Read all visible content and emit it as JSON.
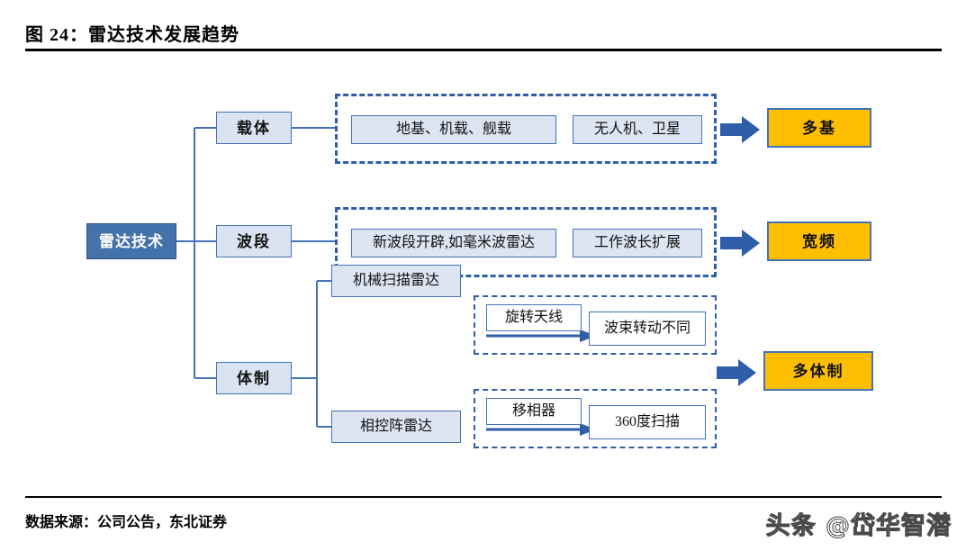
{
  "header": {
    "title": "图 24：雷达技术发展趋势"
  },
  "footer": {
    "source": "数据来源：公司公告，东北证券",
    "watermark": "头条 @岱华智潜"
  },
  "diagram": {
    "type": "tree",
    "root": {
      "label": "雷达技术"
    },
    "branches": [
      {
        "label": "载体"
      },
      {
        "label": "波段"
      },
      {
        "label": "体制"
      }
    ],
    "carrier_items": [
      {
        "label": "地基、机载、舰载"
      },
      {
        "label": "无人机、卫星"
      }
    ],
    "band_items": [
      {
        "label": "新波段开辟,如毫米波雷达"
      },
      {
        "label": "工作波长扩展"
      }
    ],
    "system_nodes": [
      {
        "label": "机械扫描雷达"
      },
      {
        "label": "相控阵雷达"
      }
    ],
    "mechanical_flow": {
      "arrow_label": "旋转天线",
      "result": "波束转动不同"
    },
    "phased_flow": {
      "arrow_label": "移相器",
      "result": "360度扫描"
    },
    "outcomes": [
      {
        "label": "多基"
      },
      {
        "label": "宽频"
      },
      {
        "label": "多体制"
      }
    ],
    "colors": {
      "root_fill": "#4472ab",
      "node_fill": "#dde5f3",
      "line": "#4472b8",
      "dash": "#2f5ea8",
      "outcome_fill": "#ffbf00",
      "arrow_fill": "#2f5ea8"
    }
  }
}
